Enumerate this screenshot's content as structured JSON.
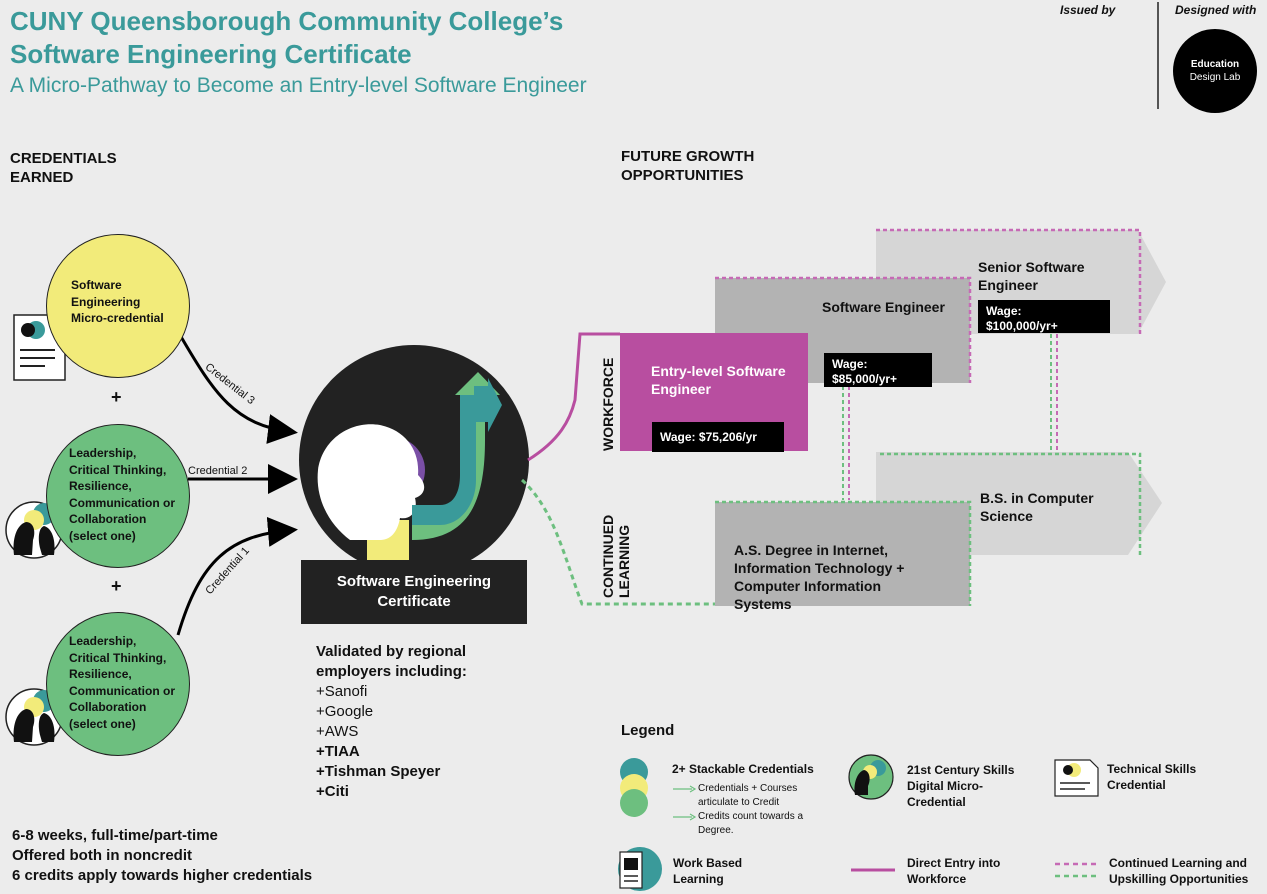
{
  "header": {
    "title_line1": "CUNY Queensborough Community College’s",
    "title_line2": "Software Engineering Certificate",
    "subtitle": "A Micro-Pathway to Become an Entry-level Software Engineer",
    "issued_by": "Issued by",
    "designed_with": "Designed with",
    "logo_line1": "Education",
    "logo_line2": "Design Lab"
  },
  "sections": {
    "credentials_line1": "CREDENTIALS",
    "credentials_line2": "EARNED",
    "future_line1": "FUTURE GROWTH",
    "future_line2": "OPPORTUNITIES"
  },
  "credentials": [
    {
      "lines": [
        "Software",
        "Engineering",
        "Micro-credential"
      ],
      "color": "#f2eb7a",
      "connector": "Credential 3"
    },
    {
      "lines": [
        "Leadership,",
        "Critical Thinking,",
        "Resilience,",
        "Communication or",
        "Collaboration",
        "(select one)"
      ],
      "color": "#6dbf7f",
      "connector": "Credential 2"
    },
    {
      "lines": [
        "Leadership,",
        "Critical Thinking,",
        "Resilience,",
        "Communication or",
        "Collaboration",
        "(select one)"
      ],
      "color": "#6dbf7f",
      "connector": "Credential 1"
    }
  ],
  "plus": "+",
  "certificate": {
    "line1": "Software Engineering",
    "line2": "Certificate"
  },
  "validated": {
    "line1": "Validated by regional",
    "line2": "employers including:",
    "employers": [
      "+Sanofi",
      "+Google",
      "+AWS",
      "+TIAA",
      "+Tishman Speyer",
      "+Citi"
    ]
  },
  "bottom_notes": [
    "6-8 weeks, full-time/part-time",
    "Offered both in noncredit",
    "6 credits apply towards higher credentials"
  ],
  "pathway": {
    "workforce_label": "WORKFORCE",
    "continued_label_line1": "CONTINUED",
    "continued_label_line2": "LEARNING",
    "entry": {
      "line1": "Entry-level Software",
      "line2": "Engineer",
      "wage": "Wage: $75,206/yr"
    },
    "swe": {
      "title": "Software Engineer",
      "wage_line1": "Wage:",
      "wage_line2": "$85,000/yr+"
    },
    "senior": {
      "line1": "Senior Software",
      "line2": "Engineer",
      "wage_line1": "Wage:",
      "wage_line2": "$100,000/yr+"
    },
    "as_degree": {
      "lines": [
        "A.S. Degree in Internet,",
        "Information Technology +",
        "Computer Information",
        "Systems"
      ]
    },
    "bs_degree": {
      "line1": "B.S. in Computer",
      "line2": "Science"
    }
  },
  "legend": {
    "title": "Legend",
    "stackable": "2+ Stackable Credentials",
    "stack_note1_line1": "Credentials + Courses",
    "stack_note1_line2": "articulate to Credit",
    "stack_note2_line1": "Credits count towards a",
    "stack_note2_line2": "Degree.",
    "skills_line1": "21st Century Skills",
    "skills_line2": "Digital Micro-",
    "skills_line3": "Credential",
    "tech_line1": "Technical Skills",
    "tech_line2": "Credential",
    "wbl_line1": "Work Based",
    "wbl_line2": "Learning",
    "direct_line1": "Direct Entry into",
    "direct_line2": "Workforce",
    "cont_line1": "Continued Learning and",
    "cont_line2": "Upskilling Opportunities"
  },
  "colors": {
    "teal": "#3a9a9a",
    "yellow": "#f2eb7a",
    "green": "#6dbf7f",
    "magenta": "#b84ea0",
    "purple": "#7a4fa6",
    "gray_box": "#b3b3b3",
    "light_gray_box": "#d6d6d6"
  }
}
